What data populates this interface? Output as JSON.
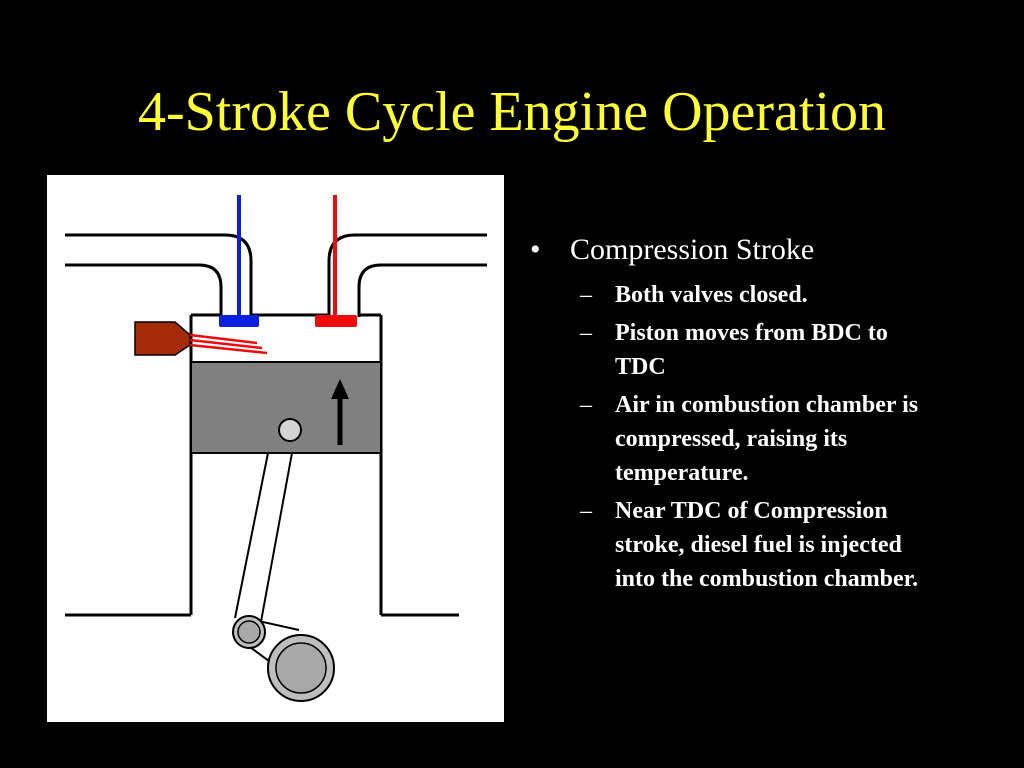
{
  "title": "4-Stroke Cycle Engine Operation",
  "bullet": {
    "symbol": "•",
    "text": "Compression Stroke",
    "subpoints": [
      {
        "dash": "–",
        "text": "Both valves closed."
      },
      {
        "dash": "–",
        "text": "Piston moves from BDC to TDC"
      },
      {
        "dash": "–",
        "text": "Air in combustion chamber is compressed, raising its temperature."
      },
      {
        "dash": "–",
        "text": "Near TDC of Compression stroke, diesel fuel is injected into the combustion chamber."
      }
    ]
  },
  "diagram": {
    "intake_color": "#0A1FE0",
    "exhaust_color": "#F00A0A",
    "injector_color": "#A52A0A",
    "piston_color": "#808080",
    "piston_direction": "up"
  },
  "colors": {
    "background": "#000000",
    "title": "#FFFF33",
    "body_text": "#FFFFFF"
  }
}
